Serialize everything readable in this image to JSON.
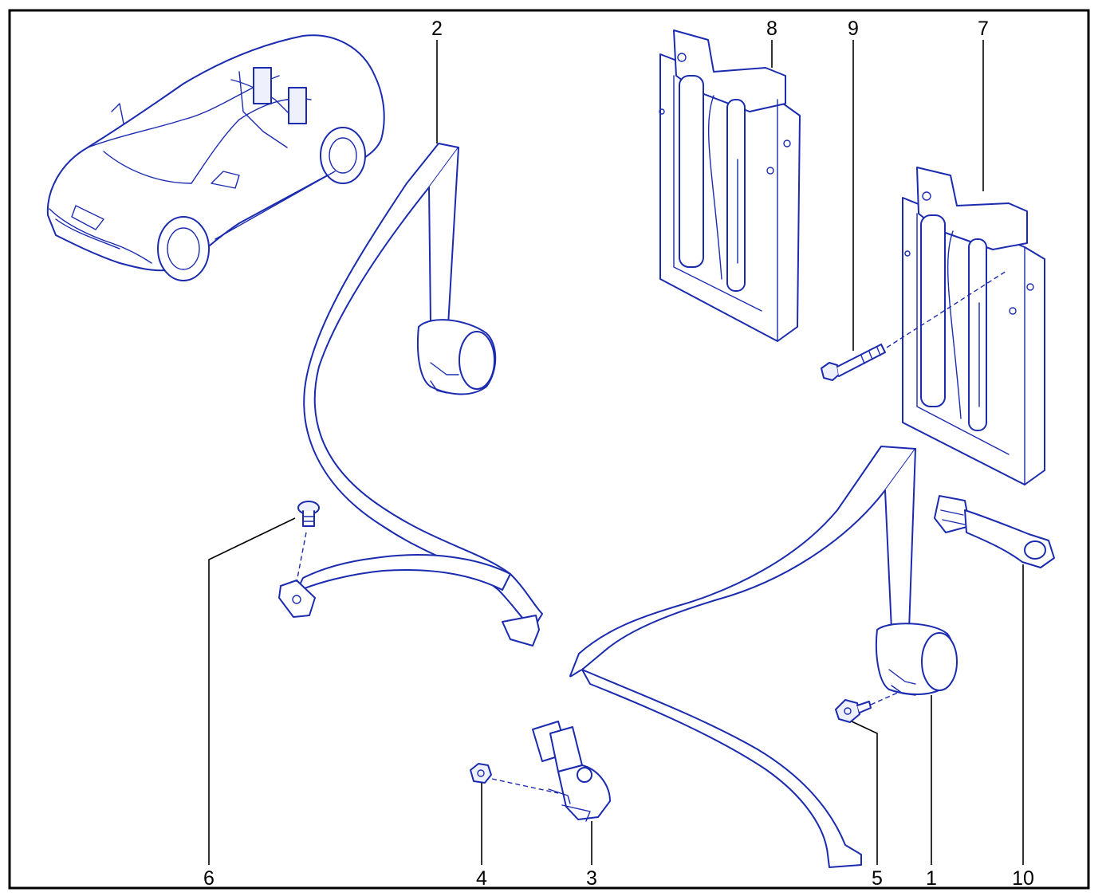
{
  "diagram": {
    "callouts": [
      {
        "id": "1",
        "label": "1"
      },
      {
        "id": "2",
        "label": "2"
      },
      {
        "id": "3",
        "label": "3"
      },
      {
        "id": "4",
        "label": "4"
      },
      {
        "id": "5",
        "label": "5"
      },
      {
        "id": "6",
        "label": "6"
      },
      {
        "id": "7",
        "label": "7"
      },
      {
        "id": "8",
        "label": "8"
      },
      {
        "id": "9",
        "label": "9"
      },
      {
        "id": "10",
        "label": "10"
      }
    ],
    "colors": {
      "linework": "#1b2bb0",
      "frame": "#000000",
      "background": "#ffffff"
    }
  }
}
